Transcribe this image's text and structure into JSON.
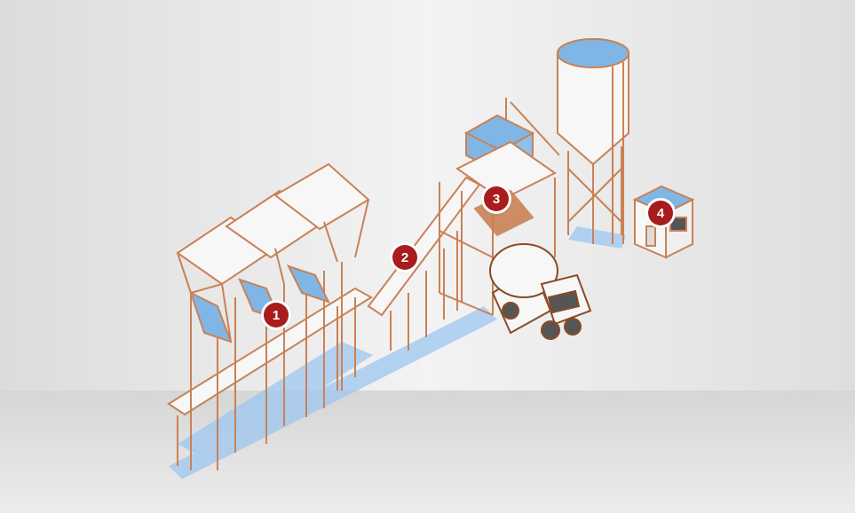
{
  "colors": {
    "wall": "#ececec",
    "floor": "#e3e3e3",
    "frame": "#c98256",
    "frame_dark": "#8a4a26",
    "fill_blue": "#7fb6e6",
    "shadow_blue": "#9ec7f0",
    "white_part": "#f7f7f7",
    "marker_bg": "#a81c1c",
    "marker_text": "#ffffff"
  },
  "markers": [
    {
      "label": "1",
      "target": "aggregate-bins"
    },
    {
      "label": "2",
      "target": "inclined-conveyor"
    },
    {
      "label": "3",
      "target": "mixer-tower"
    },
    {
      "label": "4",
      "target": "control-cabin"
    }
  ]
}
